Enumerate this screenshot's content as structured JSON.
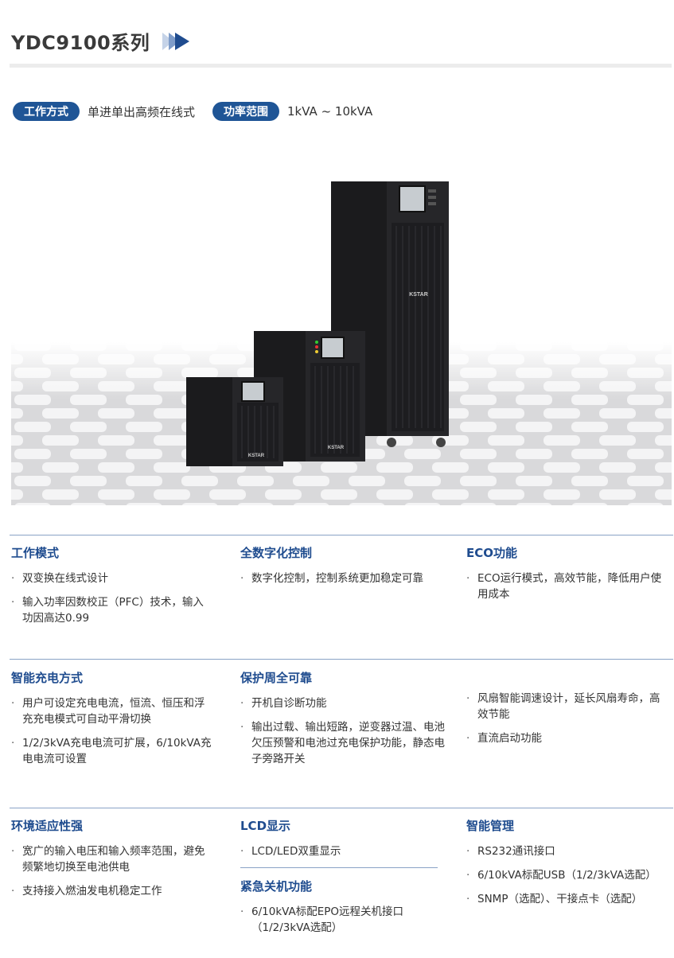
{
  "header": {
    "title": "YDC9100系列"
  },
  "specs": {
    "mode_label": "工作方式",
    "mode_value": "单进单出高频在线式",
    "power_label": "功率范围",
    "power_value": "1kVA ~ 10kVA"
  },
  "product": {
    "brand": "KSTAR"
  },
  "colors": {
    "accent": "#1f5596",
    "title": "#1f4c8f",
    "rule": "#8aa3c6"
  },
  "sections": {
    "work_mode": {
      "title": "工作模式",
      "items": [
        "双变换在线式设计",
        "输入功率因数校正（PFC）技术，输入功因高达0.99"
      ]
    },
    "digital": {
      "title": "全数字化控制",
      "items": [
        "数字化控制，控制系统更加稳定可靠"
      ]
    },
    "eco": {
      "title": "ECO功能",
      "items": [
        "ECO运行模式，高效节能，降低用户使用成本"
      ]
    },
    "charging": {
      "title": "智能充电方式",
      "items": [
        "用户可设定充电电流，恒流、恒压和浮充充电模式可自动平滑切换",
        "1/2/3kVA充电电流可扩展，6/10kVA充电电流可设置"
      ]
    },
    "protection": {
      "title": "保护周全可靠",
      "items": [
        "开机自诊断功能",
        "输出过载、输出短路，逆变器过温、电池欠压预警和电池过充电保护功能，静态电子旁路开关"
      ]
    },
    "fan": {
      "items": [
        "风扇智能调速设计，延长风扇寿命，高效节能",
        "直流启动功能"
      ]
    },
    "environment": {
      "title": "环境适应性强",
      "items": [
        "宽广的输入电压和输入频率范围，避免频繁地切换至电池供电",
        "支持接入燃油发电机稳定工作"
      ]
    },
    "lcd": {
      "title": "LCD显示",
      "items": [
        "LCD/LED双重显示"
      ]
    },
    "epo": {
      "title": "紧急关机功能",
      "items": [
        "6/10kVA标配EPO远程关机接口（1/2/3kVA选配）"
      ]
    },
    "management": {
      "title": "智能管理",
      "items": [
        "RS232通讯接口",
        "6/10kVA标配USB（1/2/3kVA选配）",
        "SNMP（选配）、干接点卡（选配）"
      ]
    }
  }
}
